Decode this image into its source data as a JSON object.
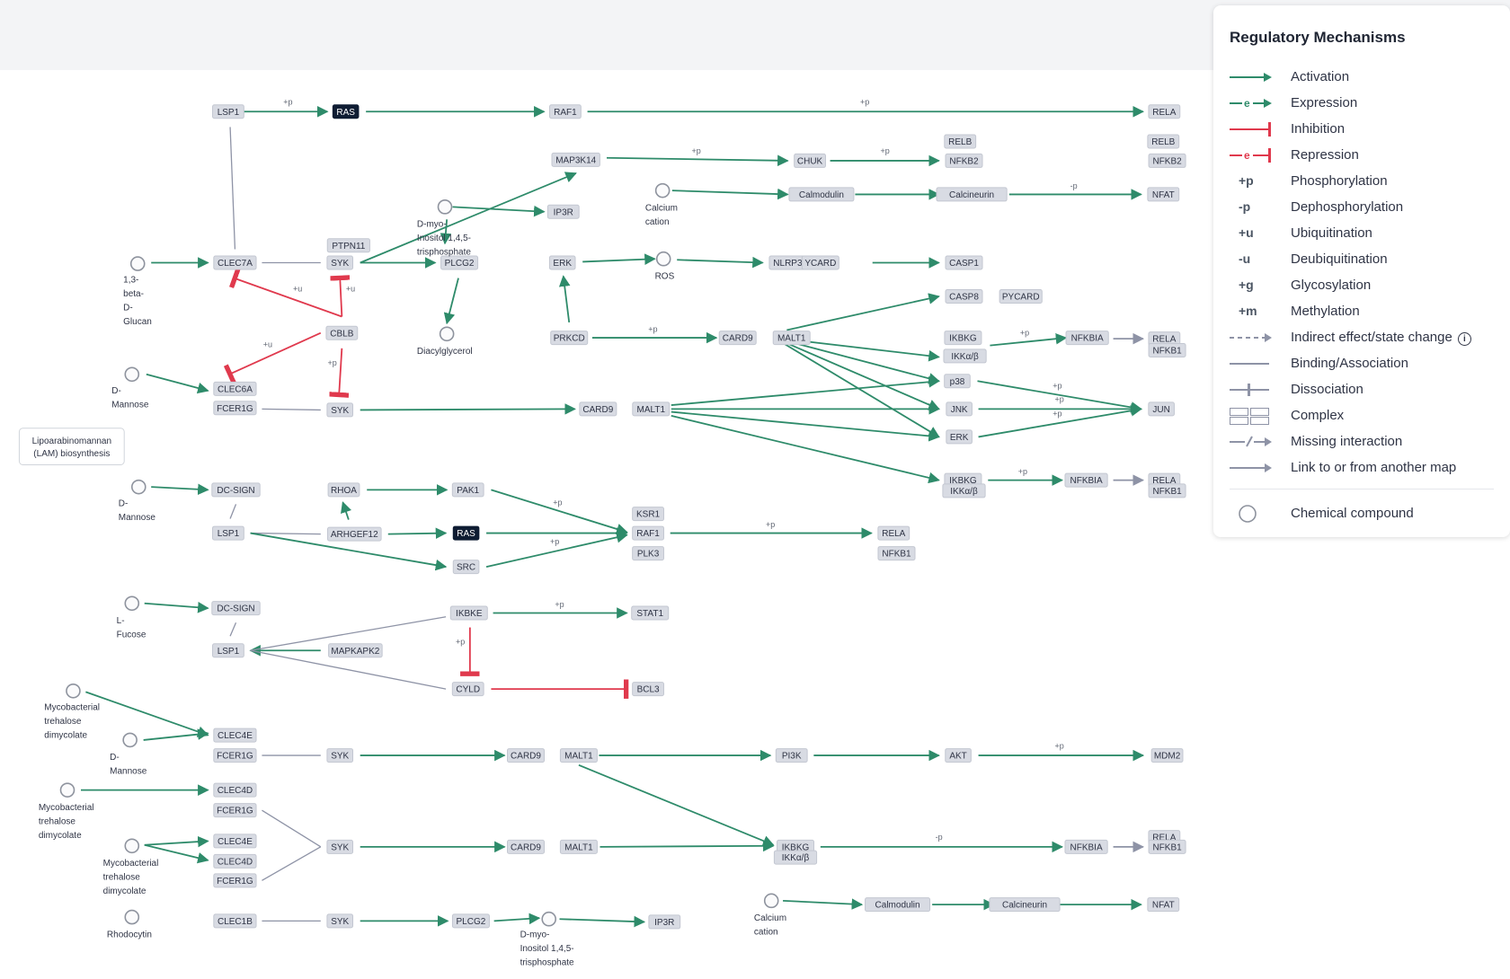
{
  "legend": {
    "title": "Regulatory Mechanisms",
    "items": [
      {
        "label": "Activation",
        "icon": "activation-arrow-icon"
      },
      {
        "label": "Expression",
        "icon": "expression-arrow-icon"
      },
      {
        "label": "Inhibition",
        "icon": "inhibition-bar-icon"
      },
      {
        "label": "Repression",
        "icon": "repression-bar-icon"
      },
      {
        "label": "Phosphorylation",
        "icon": "+p"
      },
      {
        "label": "Dephosphorylation",
        "icon": "-p"
      },
      {
        "label": "Ubiquitination",
        "icon": "+u"
      },
      {
        "label": "Deubiquitination",
        "icon": "-u"
      },
      {
        "label": "Glycosylation",
        "icon": "+g"
      },
      {
        "label": "Methylation",
        "icon": "+m"
      },
      {
        "label": "Indirect effect/state change",
        "icon": "dashed-arrow-icon"
      },
      {
        "label": "Binding/Association",
        "icon": "binding-line-icon"
      },
      {
        "label": "Dissociation",
        "icon": "dissociation-icon"
      },
      {
        "label": "Complex",
        "icon": "complex-icon"
      },
      {
        "label": "Missing interaction",
        "icon": "missing-interaction-icon"
      },
      {
        "label": "Link to or from another map",
        "icon": "link-arrow-icon"
      },
      {
        "label": "Chemical compound",
        "icon": "chemical-compound-icon"
      }
    ]
  },
  "colors": {
    "activation": "#2e8b6a",
    "inhibition": "#e0394d",
    "binding": "#8e93a6",
    "node_fill": "#d8dbe3",
    "dark_node": "#0f1d33",
    "background": "#f3f4f6"
  },
  "nodes": [
    {
      "text": "LSP1"
    },
    {
      "text": "RAS",
      "dark": true
    },
    {
      "text": "RAF1"
    },
    {
      "text": "RELA"
    },
    {
      "text": "MAP3K14"
    },
    {
      "text": "CHUK"
    },
    {
      "text": "RELB"
    },
    {
      "text": "NFKB2"
    },
    {
      "text": "RELB"
    },
    {
      "text": "NFKB2"
    },
    {
      "text": "Calmodulin"
    },
    {
      "text": "Calcineurin"
    },
    {
      "text": "NFAT"
    },
    {
      "text": "IP3R"
    },
    {
      "text": "PTPN11"
    },
    {
      "text": "SYK"
    },
    {
      "text": "CLEC7A"
    },
    {
      "text": "PLCG2"
    },
    {
      "text": "ERK"
    },
    {
      "text": "NLRP3"
    },
    {
      "text": "YCARD"
    },
    {
      "text": "CASP1"
    },
    {
      "text": "CASP8"
    },
    {
      "text": "PYCARD"
    },
    {
      "text": "CBLB"
    },
    {
      "text": "PRKCD"
    },
    {
      "text": "CARD9"
    },
    {
      "text": "MALT1"
    },
    {
      "text": "IKBKG"
    },
    {
      "text": "IKKα/β"
    },
    {
      "text": "NFKBIA"
    },
    {
      "text": "RELA"
    },
    {
      "text": "NFKB1"
    },
    {
      "text": "CLEC6A"
    },
    {
      "text": "FCER1G"
    },
    {
      "text": "SYK"
    },
    {
      "text": "CARD9"
    },
    {
      "text": "MALT1"
    },
    {
      "text": "p38"
    },
    {
      "text": "JNK"
    },
    {
      "text": "ERK"
    },
    {
      "text": "JUN"
    },
    {
      "text": "Lipoarabinomannan (LAM) biosynthesis"
    },
    {
      "text": "DC-SIGN"
    },
    {
      "text": "RHOA"
    },
    {
      "text": "PAK1"
    },
    {
      "text": "IKBKG"
    },
    {
      "text": "IKKα/β"
    },
    {
      "text": "NFKBIA"
    },
    {
      "text": "RELA"
    },
    {
      "text": "NFKB1"
    },
    {
      "text": "KSR1"
    },
    {
      "text": "RAF1"
    },
    {
      "text": "PLK3"
    },
    {
      "text": "LSP1"
    },
    {
      "text": "ARHGEF12"
    },
    {
      "text": "RAS",
      "dark": true
    },
    {
      "text": "RELA"
    },
    {
      "text": "NFKB1"
    },
    {
      "text": "SRC"
    },
    {
      "text": "DC-SIGN"
    },
    {
      "text": "IKBKE"
    },
    {
      "text": "STAT1"
    },
    {
      "text": "LSP1"
    },
    {
      "text": "MAPKAPK2"
    },
    {
      "text": "CYLD"
    },
    {
      "text": "BCL3"
    },
    {
      "text": "CLEC4E"
    },
    {
      "text": "FCER1G"
    },
    {
      "text": "SYK"
    },
    {
      "text": "CARD9"
    },
    {
      "text": "MALT1"
    },
    {
      "text": "PI3K"
    },
    {
      "text": "AKT"
    },
    {
      "text": "MDM2"
    },
    {
      "text": "CLEC4D"
    },
    {
      "text": "FCER1G"
    },
    {
      "text": "CLEC4E"
    },
    {
      "text": "CLEC4D"
    },
    {
      "text": "FCER1G"
    },
    {
      "text": "SYK"
    },
    {
      "text": "CARD9"
    },
    {
      "text": "MALT1"
    },
    {
      "text": "IKBKG"
    },
    {
      "text": "IKKα/β"
    },
    {
      "text": "NFKBIA"
    },
    {
      "text": "RELA"
    },
    {
      "text": "NFKB1"
    },
    {
      "text": "CLEC1B"
    },
    {
      "text": "SYK"
    },
    {
      "text": "PLCG2"
    },
    {
      "text": "IP3R"
    },
    {
      "text": "Calmodulin"
    },
    {
      "text": "Calcineurin"
    },
    {
      "text": "NFAT"
    }
  ],
  "compounds": [
    {
      "lines": [
        "1,3-",
        "beta-",
        "D-",
        "Glucan"
      ]
    },
    {
      "lines": [
        "D-",
        "Mannose"
      ]
    },
    {
      "lines": [
        "Calcium",
        "cation"
      ]
    },
    {
      "lines": [
        "D-myo-",
        "Inositol 1,4,5-",
        "trisphosphate"
      ]
    },
    {
      "lines": [
        "Diacylglycerol"
      ]
    },
    {
      "lines": [
        "ROS"
      ]
    },
    {
      "lines": [
        "D-",
        "Mannose"
      ]
    },
    {
      "lines": [
        "L-",
        "Fucose"
      ]
    },
    {
      "lines": [
        "Mycobacterial",
        "trehalose",
        "dimycolate"
      ]
    },
    {
      "lines": [
        "D-",
        "Mannose"
      ]
    },
    {
      "lines": [
        "Mycobacterial",
        "trehalose",
        "dimycolate"
      ]
    },
    {
      "lines": [
        "Mycobacterial",
        "trehalose",
        "dimycolate"
      ]
    },
    {
      "lines": [
        "Rhodocytin"
      ]
    },
    {
      "lines": [
        "D-myo-",
        "Inositol 1,4,5-",
        "trisphosphate"
      ]
    },
    {
      "lines": [
        "Calcium",
        "cation"
      ]
    }
  ],
  "modifiers": [
    "+p",
    "+p",
    "+p",
    "+p",
    "-p",
    "+u",
    "+u",
    "+u",
    "+p",
    "+p",
    "+p",
    "+p",
    "+p",
    "+p",
    "+p",
    "+p",
    "+p",
    "+p",
    "+p",
    "+p",
    "+p",
    "-p"
  ]
}
